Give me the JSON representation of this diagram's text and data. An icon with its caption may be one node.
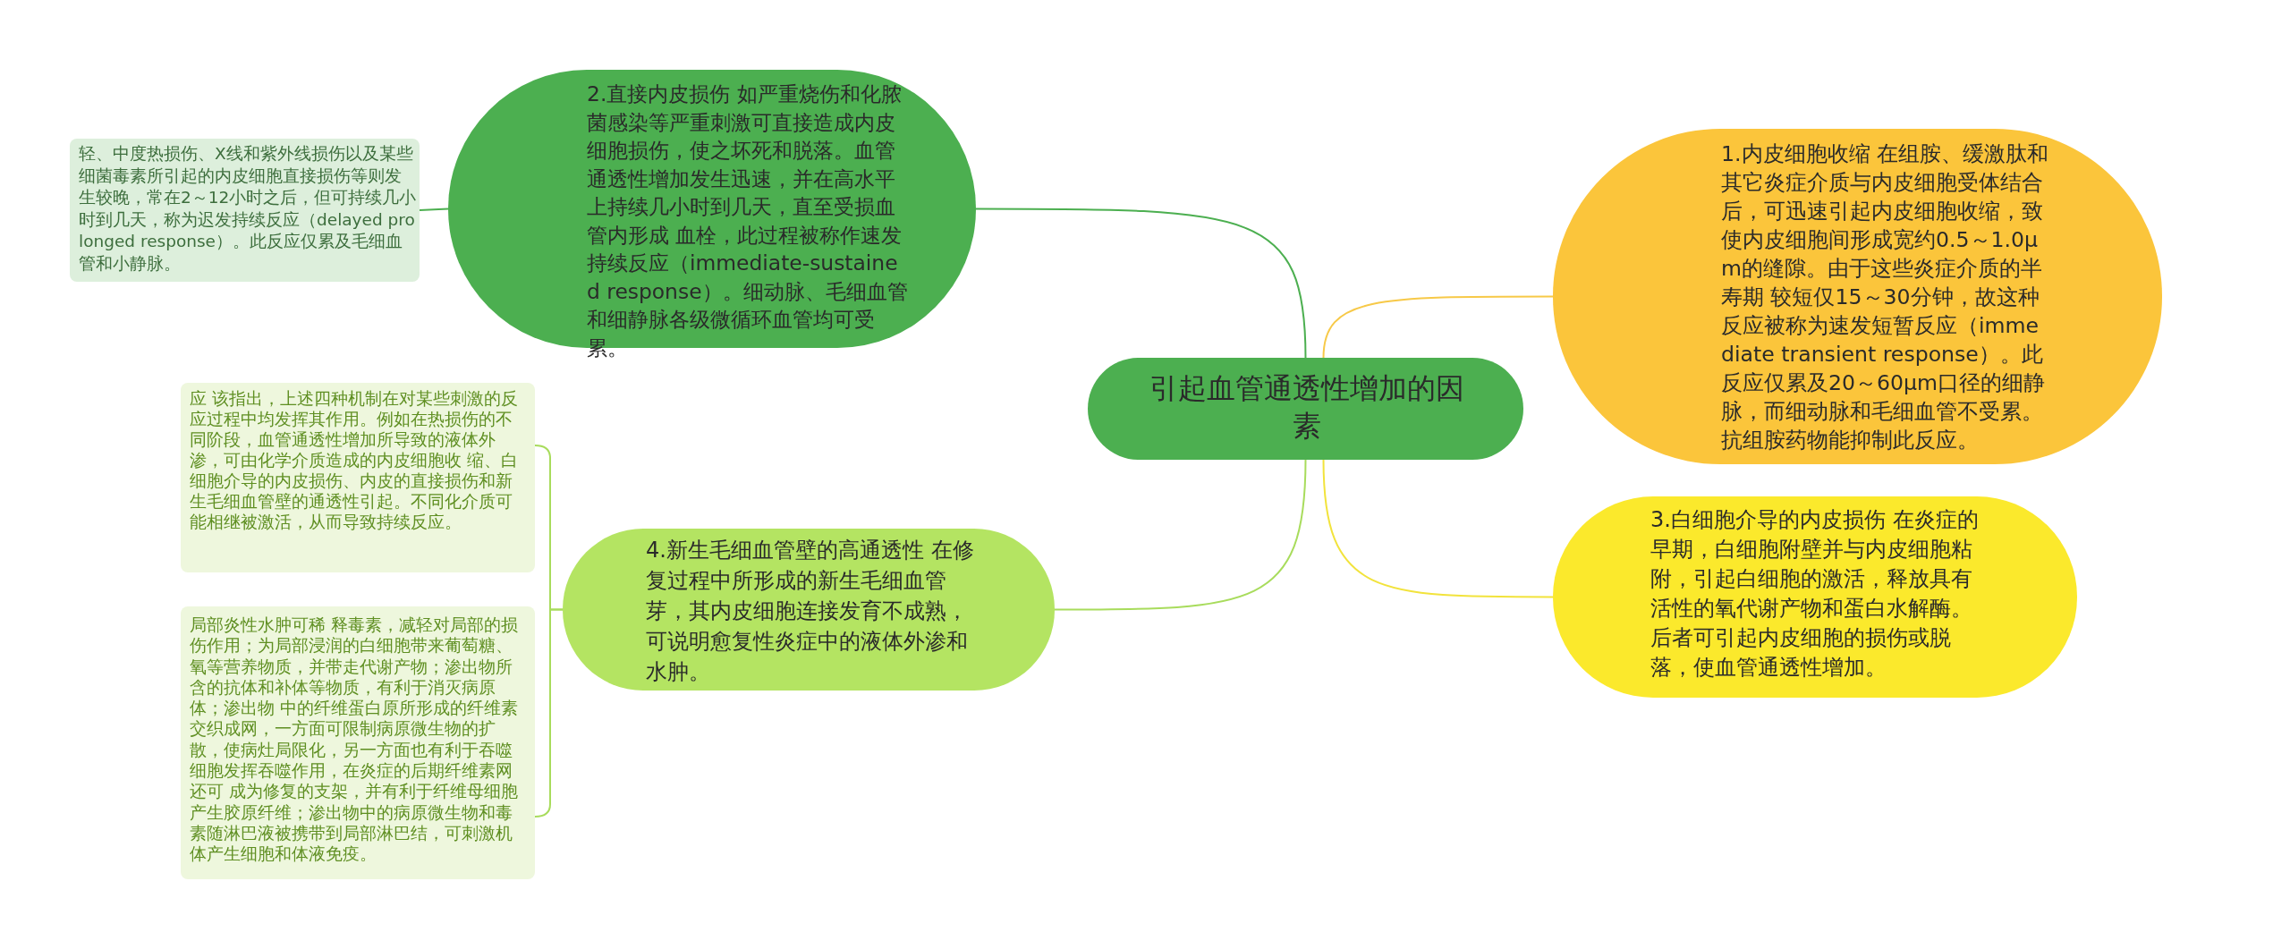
{
  "diagram": {
    "nodes": [
      {
        "text": [
          "引起血管通透性增加的因素"
        ]
      },
      {
        "text": [
          "1.内皮细胞收缩 在组胺、缓激肽和其它炎症介质与内皮细胞受体结合后，可迅速引起内皮细胞收缩，致使内皮细胞间形成宽约0.5～1.0μm的缝隙。由于这些炎症介质的半寿期 较短仅15～30分钟，故这种反应被称为速发短暂反应（immediate transient response）。此反应仅累及20～60μm口径的细静脉，而细动脉和毛细血管不受累。抗组胺药物能抑制此反应。"
        ]
      },
      {
        "text": [
          "2.直接内皮损伤 如严重烧伤和化脓菌感染等严重刺激可直接造成内皮细胞损伤，使之坏死和脱落。血管通透性增加发生迅速，并在高水平上持续几小时到几天，直至受损血管内形成 血栓，此过程被称作速发持续反应（immediate-sustained response）。细动脉、毛细血管和细静脉各级微循环血管均可受累。"
        ]
      },
      {
        "text": [
          "3.白细胞介导的内皮损伤 在炎症的早期，白细胞附壁并与内皮细胞粘附，引起白细胞的激活，释放具有活性的氧代谢产物和蛋白水解酶。后者可引起内皮细胞的损伤或脱落，使血管通透性增加。"
        ]
      },
      {
        "text": [
          "4.新生毛细血管壁的高通透性 在修复过程中所形成的新生毛细血管芽，其内皮细胞连接发育不成熟，可说明愈复性炎症中的液体外渗和水肿。"
        ]
      },
      {
        "text": [
          "轻、中度热损伤、X线和紫外线损伤以及某些细菌毒素所引起的内皮细胞直接损伤等则发生较晚，常在2～12小时之后，但可持续几小时到几天，称为迟发持续反应（delayed prolonged response）。此反应仅累及毛细血管和小静脉。"
        ]
      },
      {
        "text": [
          "应 该指出，上述四种机制在对某些刺激的反应过程中均发挥其作用。例如在热损伤的不同阶段，血管通透性增加所导致的液体外渗，可由化学介质造成的内皮细胞收 缩、白细胞介导的内皮损伤、内皮的直接损伤和新生毛细血管壁的通透性引起。不同化介质可能相继被激活，从而导致持续反应。"
        ]
      },
      {
        "text": [
          "局部炎性水肿可稀 释毒素，减轻对局部的损伤作用；为局部浸润的白细胞带来葡萄糖、氧等营养物质，并带走代谢产物；渗出物所含的抗体和补体等物质，有利于消灭病原体；渗出物 中的纤维蛋白原所形成的纤维素交织成网，一方面可限制病原微生物的扩散，使病灶局限化，另一方面也有利于吞噬细胞发挥吞噬作用，在炎症的后期纤维素网还可 成为修复的支架，并有利于纤维母细胞产生胶原纤维；渗出物中的病原微生物和毒素随淋巴液被携带到局部淋巴结，可刺激机体产生细胞和体液免疫。"
        ]
      }
    ],
    "edges": [
      {
        "from": 0,
        "to": 1,
        "arrow": "none",
        "color": "#f7c948"
      },
      {
        "from": 0,
        "to": 2,
        "arrow": "none",
        "color": "#4caf50"
      },
      {
        "from": 0,
        "to": 3,
        "arrow": "none",
        "color": "#f2e33c"
      },
      {
        "from": 0,
        "to": 4,
        "arrow": "none",
        "color": "#a8dc5c"
      },
      {
        "from": 2,
        "to": 5,
        "arrow": "none",
        "color": "#4caf50"
      },
      {
        "from": 4,
        "to": 6,
        "arrow": "none",
        "color": "#a8dc5c"
      },
      {
        "from": 4,
        "to": 7,
        "arrow": "none",
        "color": "#a8dc5c"
      }
    ]
  }
}
